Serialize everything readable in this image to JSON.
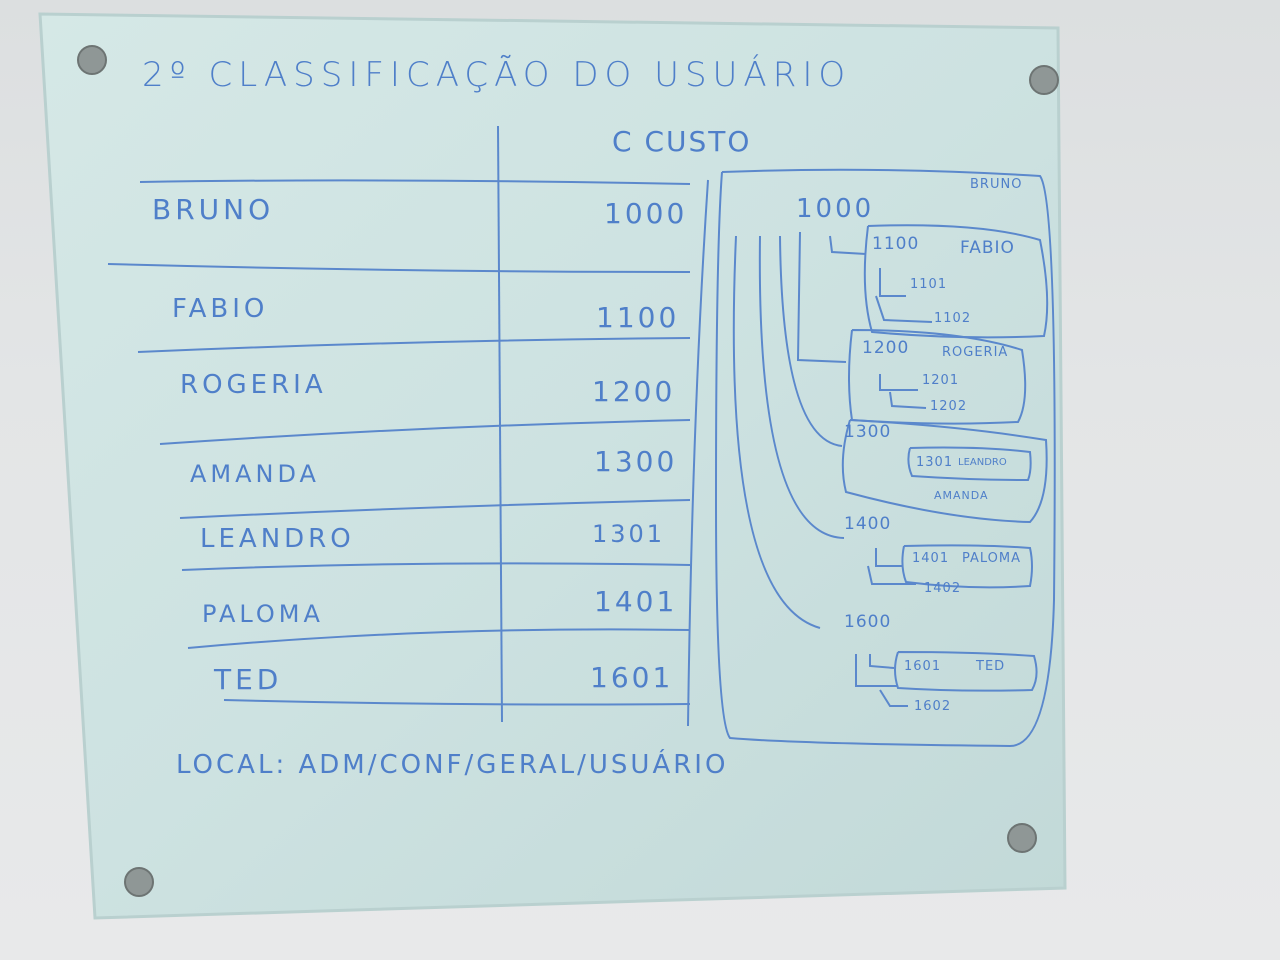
{
  "title": "2º CLASSIFICAÇÃO DO USUÁRIO",
  "column_header": "C CUSTO",
  "rows": [
    {
      "name": "BRUNO",
      "code": "1000"
    },
    {
      "name": "FABIO",
      "code": "1100"
    },
    {
      "name": "ROGERIA",
      "code": "1200"
    },
    {
      "name": "AMANDA",
      "code": "1300"
    },
    {
      "name": "LEANDRO",
      "code": "1301"
    },
    {
      "name": "PALOMA",
      "code": "1401"
    },
    {
      "name": "TED",
      "code": "1601"
    }
  ],
  "footer": "LOCAL: ADM/CONF/GERAL/USUÁRIO",
  "tree": {
    "root_label": "BRUNO",
    "root_code": "1000",
    "n1100": "1100",
    "n1100_name": "FABIO",
    "n1101": "1101",
    "n1102": "1102",
    "n1200": "1200",
    "n1200_name": "ROGERIA",
    "n1201": "1201",
    "n1202": "1202",
    "n1300": "1300",
    "n1301": "1301",
    "n1301_name": "LEANDRO",
    "n1300_name": "AMANDA",
    "n1400": "1400",
    "n1401": "1401",
    "n1401_name": "PALOMA",
    "n1402": "1402",
    "n1600": "1600",
    "n1601": "1601",
    "n1601_name": "TED",
    "n1602": "1602"
  },
  "colors": {
    "ink": "#4f7fc9",
    "glass": "#cfe3e2",
    "wall": "#e3e5e6"
  }
}
